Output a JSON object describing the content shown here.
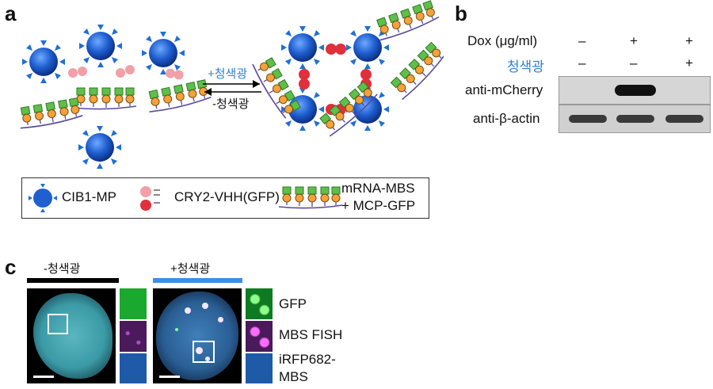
{
  "panels": {
    "a": "a",
    "b": "b",
    "c": "c"
  },
  "panel_a": {
    "arrow_forward": "+청색광",
    "arrow_reverse": "-청색광",
    "legend": {
      "cib1": "CIB1-MP",
      "cry2": "CRY2-VHH(GFP)",
      "mrna_line1": "mRNA-MBS",
      "mrna_line2": "+ MCP-GFP"
    }
  },
  "panel_b": {
    "row_dox_label": "Dox (μg/ml)",
    "row_dox_values": [
      "–",
      "+",
      "+"
    ],
    "row_light_label": "청색광",
    "row_light_values": [
      "–",
      "–",
      "+"
    ],
    "blot1": "anti-mCherry",
    "blot2": "anti-β-actin"
  },
  "panel_c": {
    "cond_left": "-청색광",
    "cond_right": "+청색광",
    "channels": [
      "GFP",
      "MBS FISH",
      "iRFP682-",
      "MBS"
    ],
    "bar_left_color": "#000000",
    "bar_right_color": "#3d8ee8"
  }
}
